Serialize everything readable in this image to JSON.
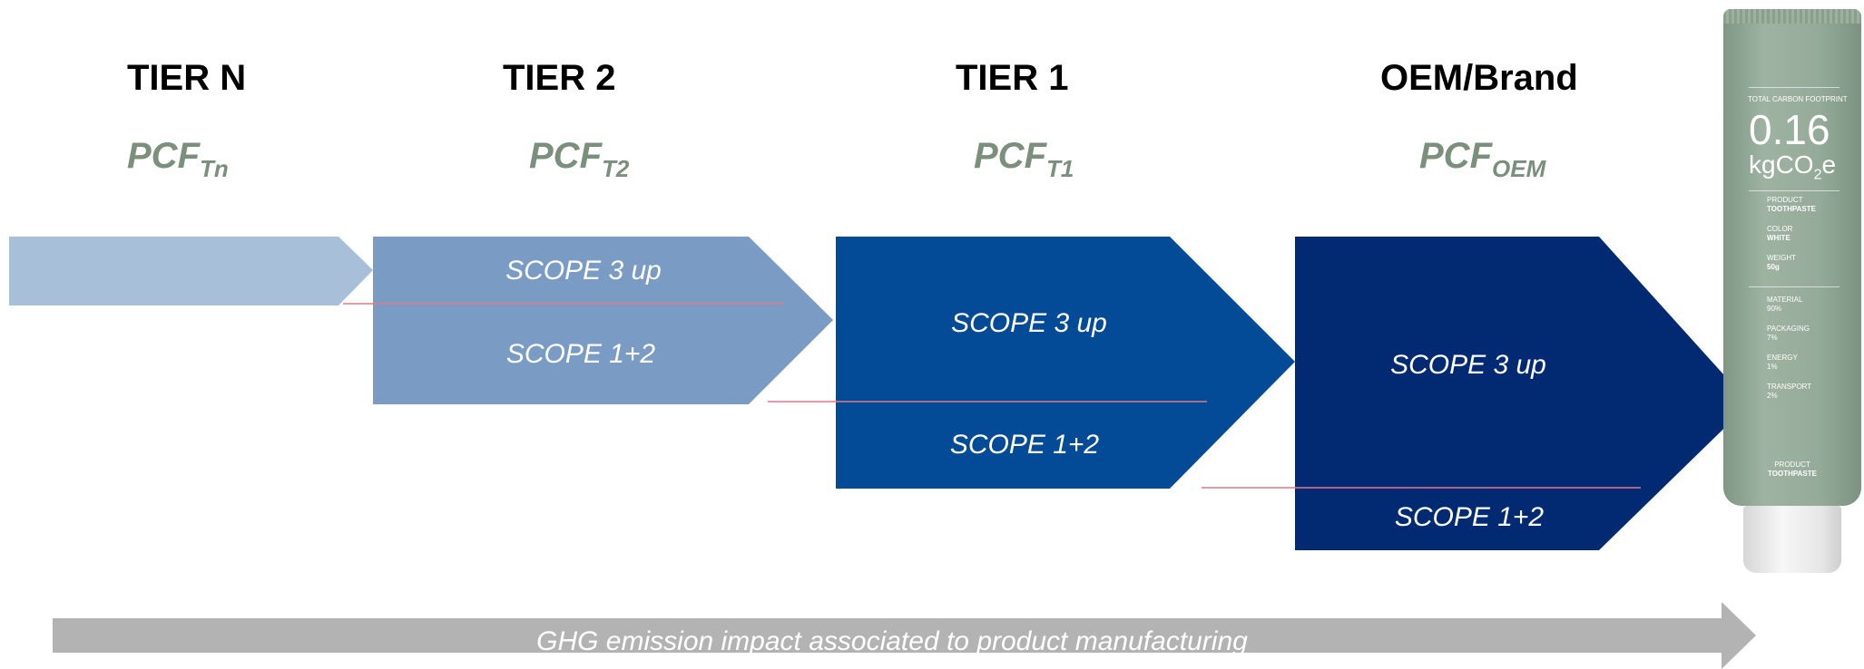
{
  "tiers": [
    {
      "title": "TIER N",
      "pcf_main": "PCF",
      "pcf_sub": "Tn"
    },
    {
      "title": "TIER 2",
      "pcf_main": "PCF",
      "pcf_sub": "T2"
    },
    {
      "title": "TIER 1",
      "pcf_main": "PCF",
      "pcf_sub": "T1"
    },
    {
      "title": "OEM/Brand",
      "pcf_main": "PCF",
      "pcf_sub": "OEM"
    }
  ],
  "scopes": {
    "tier2_upstream": "SCOPE 3 up",
    "tier2_own": "SCOPE 1+2",
    "tier1_upstream": "SCOPE 3 up",
    "tier1_own": "SCOPE 1+2",
    "oem_upstream": "SCOPE 3 up",
    "oem_own": "SCOPE 1+2"
  },
  "ghg_arrow_label": "GHG emission impact associated to product manufacturing",
  "product_label": {
    "header": "TOTAL CARBON FOOTPRINT",
    "value": "0.16",
    "unit_main": "kgCO",
    "unit_sub": "2",
    "unit_end": "e",
    "details": [
      {
        "label": "PRODUCT",
        "value": "TOOTHPASTE"
      },
      {
        "label": "COLOR",
        "value": "WHITE"
      },
      {
        "label": "WEIGHT",
        "value": "50g"
      }
    ],
    "breakdown": [
      {
        "label": "MATERIAL",
        "value": "90%"
      },
      {
        "label": "PACKAGING",
        "value": "7%"
      },
      {
        "label": "ENERGY",
        "value": "1%"
      },
      {
        "label": "TRANSPORT",
        "value": "2%"
      }
    ],
    "footer_label": "PRODUCT",
    "footer_value": "TOOTHPASTE"
  },
  "colors": {
    "tierN": "#a7bfd9",
    "tier2": "#7a9cc4",
    "tier1": "#034a97",
    "oem": "#022a73",
    "ghg_arrow": "#b3b3b3",
    "divider": "#e07a8a",
    "pcf_text": "#7a8f7c"
  }
}
